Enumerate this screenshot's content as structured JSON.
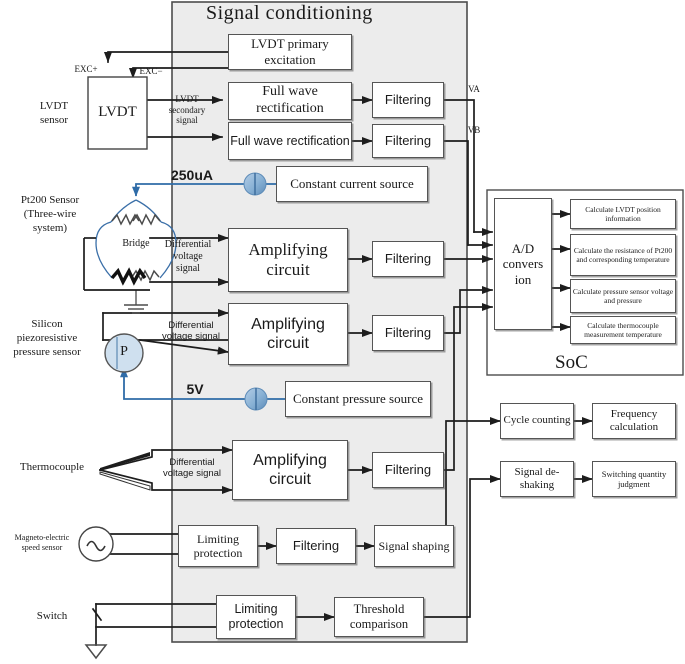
{
  "diagram": {
    "panel_title": "Signal conditioning",
    "soc_title": "SoC",
    "panel_bg": "#ececec",
    "panel_border": "#4d4d4d",
    "box_border": "#555555",
    "wire_color": "#222222",
    "accent_blue": "#2f6ca8",
    "circle_fill": "#8fb4d6"
  },
  "sensors": [
    {
      "id": "lvdt",
      "label": "LVDT\nsensor"
    },
    {
      "id": "pt200",
      "label": "Pt200 Sensor\n(Three-wire\nsystem)"
    },
    {
      "id": "pressure",
      "label": "Silicon\npiezoresistive\npressure sensor"
    },
    {
      "id": "thermocouple",
      "label": "Thermocouple"
    },
    {
      "id": "speed",
      "label": "Magneto-electric\nspeed sensor"
    },
    {
      "id": "switch",
      "label": "Switch"
    }
  ],
  "sensor_symbols": {
    "lvdt_box": "LVDT",
    "bridge": "Bridge",
    "pressure_marker": "P",
    "exc_plus": "EXC+",
    "exc_minus": "EXC−"
  },
  "wire_labels": [
    {
      "id": "lvdt-secondary",
      "text": "LVDT\nsecondary\nsignal"
    },
    {
      "id": "pt200-diff",
      "text": "Differential\nvoltage\nsignal"
    },
    {
      "id": "pressure-diff",
      "text": "Differential\nvoltage signal"
    },
    {
      "id": "thermocouple-diff",
      "text": "Differential\nvoltage signal"
    },
    {
      "id": "current-250ua",
      "text": "250uA"
    },
    {
      "id": "supply-5v",
      "text": "5V"
    },
    {
      "id": "va",
      "text": "VA"
    },
    {
      "id": "vb",
      "text": "VB"
    }
  ],
  "conditioning_blocks": [
    {
      "id": "lvdt-primary-excitation",
      "text": "LVDT primary\nexcitation",
      "font": "serif"
    },
    {
      "id": "full-wave-rect-1",
      "text": "Full wave\nrectification",
      "font": "serif"
    },
    {
      "id": "full-wave-rect-2",
      "text": "Full wave\nrectification",
      "font": "sans"
    },
    {
      "id": "filtering-1",
      "text": "Filtering",
      "font": "sans"
    },
    {
      "id": "filtering-2",
      "text": "Filtering",
      "font": "sans"
    },
    {
      "id": "constant-current-source",
      "text": "Constant current\nsource",
      "font": "serif"
    },
    {
      "id": "amplifying-circuit-1",
      "text": "Amplifying\ncircuit",
      "font": "serif"
    },
    {
      "id": "filtering-3",
      "text": "Filtering",
      "font": "sans"
    },
    {
      "id": "amplifying-circuit-2",
      "text": "Amplifying\ncircuit",
      "font": "sans"
    },
    {
      "id": "filtering-4",
      "text": "Filtering",
      "font": "sans"
    },
    {
      "id": "constant-pressure-source",
      "text": "Constant pressure\nsource",
      "font": "serif"
    },
    {
      "id": "amplifying-circuit-3",
      "text": "Amplifying\ncircuit",
      "font": "sans"
    },
    {
      "id": "filtering-5",
      "text": "Filtering",
      "font": "sans"
    },
    {
      "id": "limiting-protection-1",
      "text": "Limiting\nprotection",
      "font": "serif"
    },
    {
      "id": "filtering-6",
      "text": "Filtering",
      "font": "sans"
    },
    {
      "id": "signal-shaping",
      "text": "Signal\nshaping",
      "font": "serif"
    },
    {
      "id": "limiting-protection-2",
      "text": "Limiting\nprotection",
      "font": "sans"
    },
    {
      "id": "threshold-comparison",
      "text": "Threshold\ncomparison",
      "font": "serif"
    }
  ],
  "soc_blocks": [
    {
      "id": "ad-conversion",
      "text": "A/D\nconvers\nion"
    },
    {
      "id": "calc-lvdt-position",
      "text": "Calculate LVDT position\ninformation"
    },
    {
      "id": "calc-pt200",
      "text": "Calculate the\nresistance of Pt200 and\ncorresponding\ntemperature"
    },
    {
      "id": "calc-pressure",
      "text": "Calculate pressure\nsensor voltage and\npressure"
    },
    {
      "id": "calc-thermocouple",
      "text": "Calculate thermocouple\nmeasurement temperature"
    },
    {
      "id": "cycle-counting",
      "text": "Cycle\ncounting"
    },
    {
      "id": "frequency-calc",
      "text": "Frequency\ncalculation"
    },
    {
      "id": "signal-deshaking",
      "text": "Signal de-\nshaking"
    },
    {
      "id": "switching-judgment",
      "text": "Switching\nquantity\njudgment"
    }
  ]
}
